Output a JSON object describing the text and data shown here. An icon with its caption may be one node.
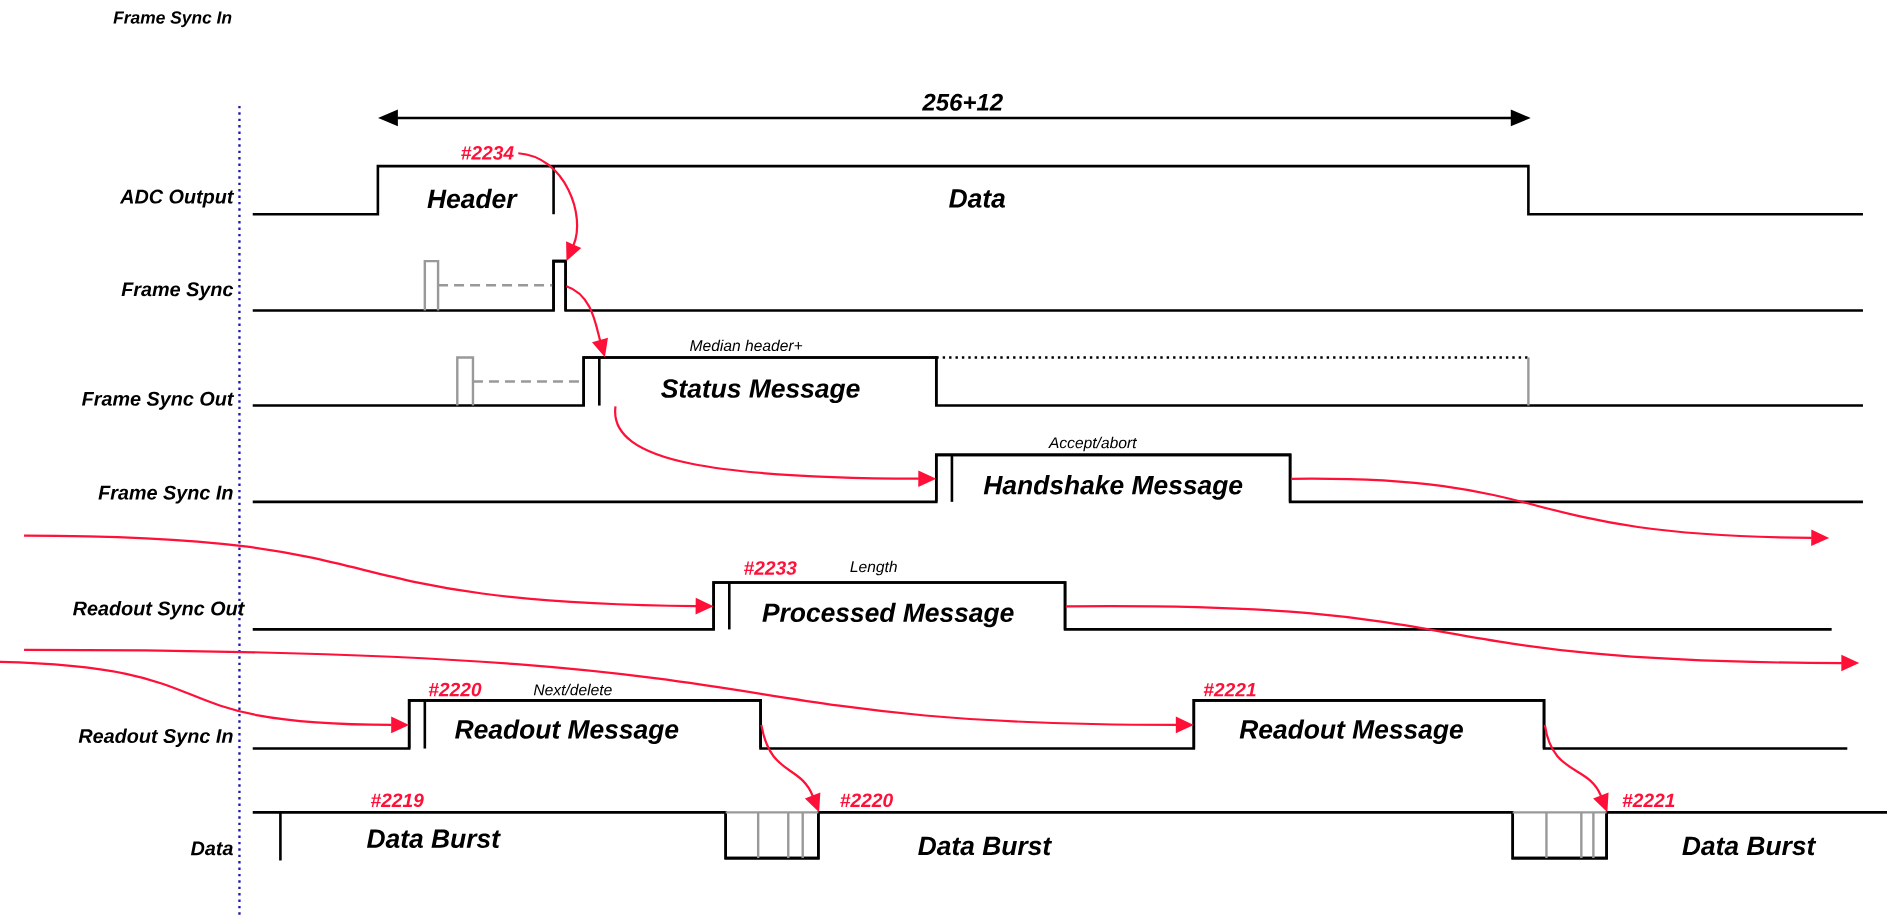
{
  "diagram": {
    "nodes": [
      {
        "text": [
          "#2234"
        ]
      },
      {
        "text": [],
        "shape": "box"
      },
      {
        "text": [
          "Median header+",
          "Status Message"
        ]
      },
      {
        "text": [
          "Accept/abort",
          "Handshake Message"
        ]
      },
      {
        "text": [
          "#2233",
          "Length",
          "Processed Message"
        ]
      },
      {
        "text": [
          "#2220",
          "Next/delete",
          "Readout Message"
        ]
      },
      {
        "text": [
          "#2221",
          "Readout Message"
        ]
      },
      {
        "text": [
          "#2220"
        ]
      },
      {
        "text": [
          "#2221"
        ]
      }
    ],
    "edges": [
      {
        "from": 0,
        "to": 1,
        "arrow": "to"
      },
      {
        "from": 1,
        "to": 2,
        "arrow": "to"
      },
      {
        "from": 2,
        "to": 3,
        "arrow": "to"
      },
      {
        "from": 3,
        "to": null,
        "arrow": "to"
      },
      {
        "from": null,
        "to": 4,
        "arrow": "to"
      },
      {
        "from": 4,
        "to": null,
        "arrow": "to"
      },
      {
        "from": null,
        "to": 6,
        "arrow": "to"
      },
      {
        "from": null,
        "to": 5,
        "arrow": "to"
      },
      {
        "from": 5,
        "to": 7,
        "arrow": "to"
      },
      {
        "from": 6,
        "to": 8,
        "arrow": "to"
      }
    ],
    "labels": [
      "Frame Sync In",
      "256+12",
      "ADC Output",
      "Header",
      "Data",
      "Frame Sync",
      "Frame Sync Out",
      "Frame Sync In",
      "Readout Sync Out",
      "Readout Sync In",
      "#2219",
      "Data",
      "Data Burst",
      "Data Burst",
      "Data Burst"
    ]
  }
}
